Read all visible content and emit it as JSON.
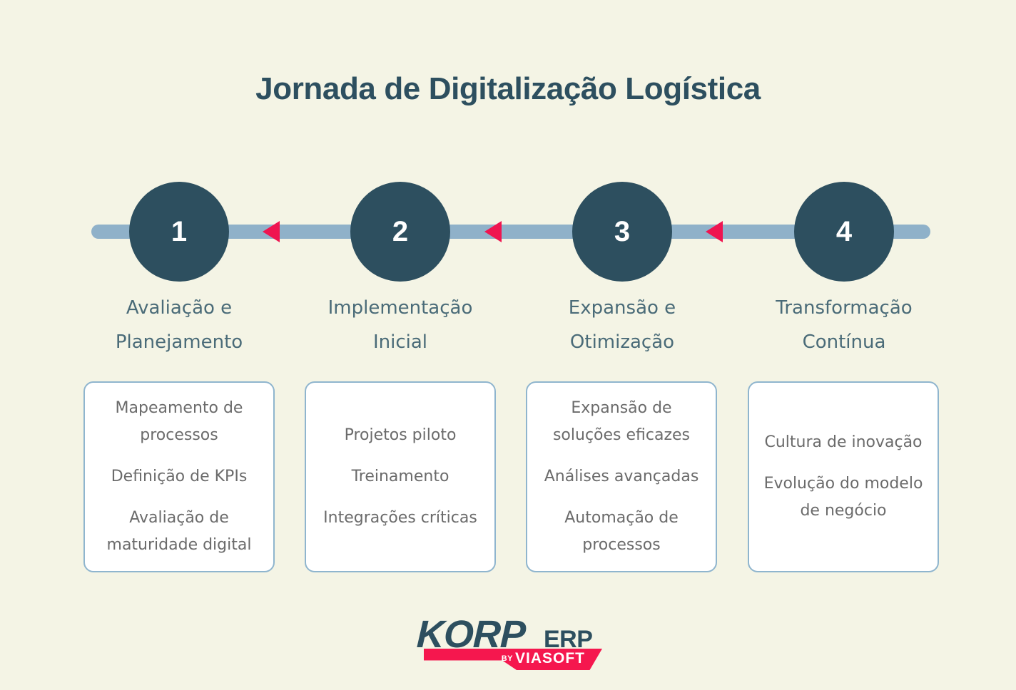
{
  "title": "Jornada de Digitalização Logística",
  "background_color": "#f4f4e5",
  "colors": {
    "node": "#2d4f5f",
    "line": "#8fb1c9",
    "arrow": "#ef1550",
    "card_border": "#8fb5ce",
    "card_bg": "#ffffff",
    "title_text": "#2d4f5f",
    "step_label_text": "#4a6b78",
    "card_item_text": "#6b6b6b",
    "logo_accent": "#f5174e"
  },
  "timeline": {
    "arrow_direction": "left",
    "arrows": [
      "arrow-left-1",
      "arrow-left-2",
      "arrow-left-3"
    ],
    "steps": [
      {
        "number": "1",
        "label_line1": "Avaliação e",
        "label_line2": "Planejamento"
      },
      {
        "number": "2",
        "label_line1": "Implementação",
        "label_line2": "Inicial"
      },
      {
        "number": "3",
        "label_line1": "Expansão e",
        "label_line2": "Otimização"
      },
      {
        "number": "4",
        "label_line1": "Transformação",
        "label_line2": "Contínua"
      }
    ]
  },
  "cards": [
    {
      "items": [
        "Mapeamento de processos",
        "Definição de KPIs",
        "Avaliação de maturidade digital"
      ]
    },
    {
      "items": [
        "Projetos piloto",
        "Treinamento",
        "Integrações críticas"
      ]
    },
    {
      "items": [
        "Expansão de soluções eficazes",
        "Análises avançadas",
        "Automação de processos"
      ]
    },
    {
      "items": [
        "Cultura de inovação",
        "Evolução do modelo de negócio"
      ]
    }
  ],
  "logo": {
    "wordmark": "KORP",
    "suffix": "ERP",
    "by": "BY",
    "parent_brand": "VIASOFT"
  }
}
